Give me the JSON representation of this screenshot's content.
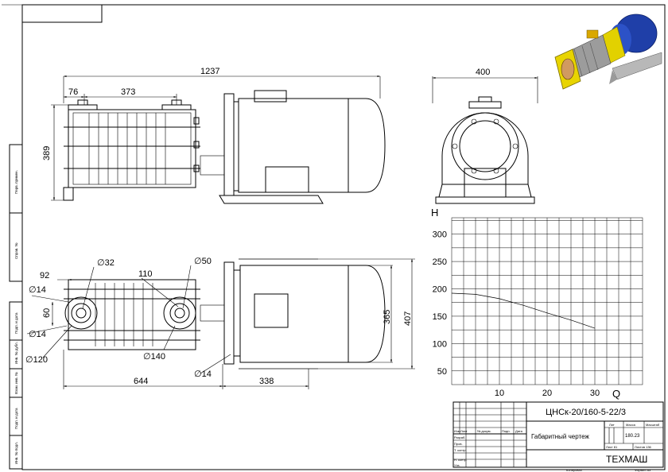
{
  "dimensions": {
    "overall_length": "1237",
    "flange_offset": "76",
    "flange_spacing": "373",
    "height_side": "389",
    "width_front": "400",
    "d_suction": "∅32",
    "d_discharge": "∅50",
    "len_92": "92",
    "d14_top": "∅14",
    "len_60": "60",
    "d14_left": "∅14",
    "d120": "∅120",
    "len_110": "110",
    "d140": "∅140",
    "d14_bottom": "∅14",
    "len_644": "644",
    "len_338": "338",
    "h365": "365",
    "h407": "407"
  },
  "chart_data": {
    "type": "line",
    "xlabel": "Q",
    "ylabel": "H",
    "xlim": [
      0,
      40
    ],
    "ylim": [
      25,
      330
    ],
    "x_ticks": [
      10,
      20,
      30
    ],
    "y_ticks": [
      50,
      100,
      150,
      200,
      250,
      300
    ],
    "grid": true,
    "series": [
      {
        "x": [
          0,
          5,
          10,
          15,
          20,
          25,
          30
        ],
        "values": [
          192,
          190,
          182,
          170,
          156,
          143,
          128
        ]
      }
    ]
  },
  "title_block": {
    "designation": "ЦНСк-20/160-5-22/3",
    "doc_name": "Габаритный чертеж",
    "company": "ТЕХМАШ",
    "col_izm": "Изм",
    "col_list": "Лист",
    "col_doc": "№ докум.",
    "col_sign": "Подп.",
    "col_date": "Дата",
    "row_razrab": "Разраб.",
    "row_prov": "Пров.",
    "row_tkontr": "Т. контр.",
    "row_nkontr": "Н. контр.",
    "row_utv": "Утв.",
    "lit": "Лит",
    "mass": "Масса",
    "scale": "Масштаб",
    "mass_value": "180.23",
    "sheet": "Лист 81",
    "sheets": "Листов 136",
    "copied": "Копировал",
    "format": "Формат А3"
  },
  "side_stamps": {
    "perv_primen": "Перв. примен.",
    "sprav": "Справ. №",
    "podp_data1": "Подп. и дата",
    "inv_dubl": "Инв. № дубл.",
    "vzam_inv": "Взам. инв. №",
    "podp_data2": "Подп. и дата",
    "inv_podl": "Инв. № подл."
  }
}
